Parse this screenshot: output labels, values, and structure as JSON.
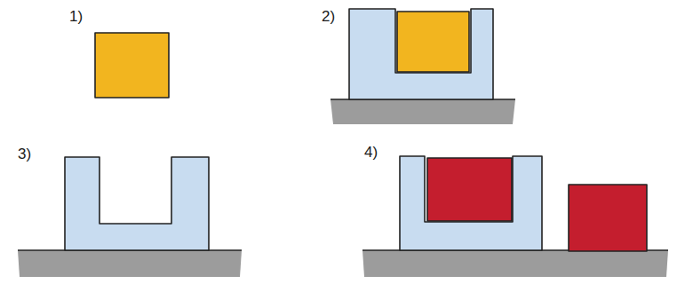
{
  "diagram": {
    "labels": [
      "1)",
      "2)",
      "3)",
      "4)"
    ]
  }
}
